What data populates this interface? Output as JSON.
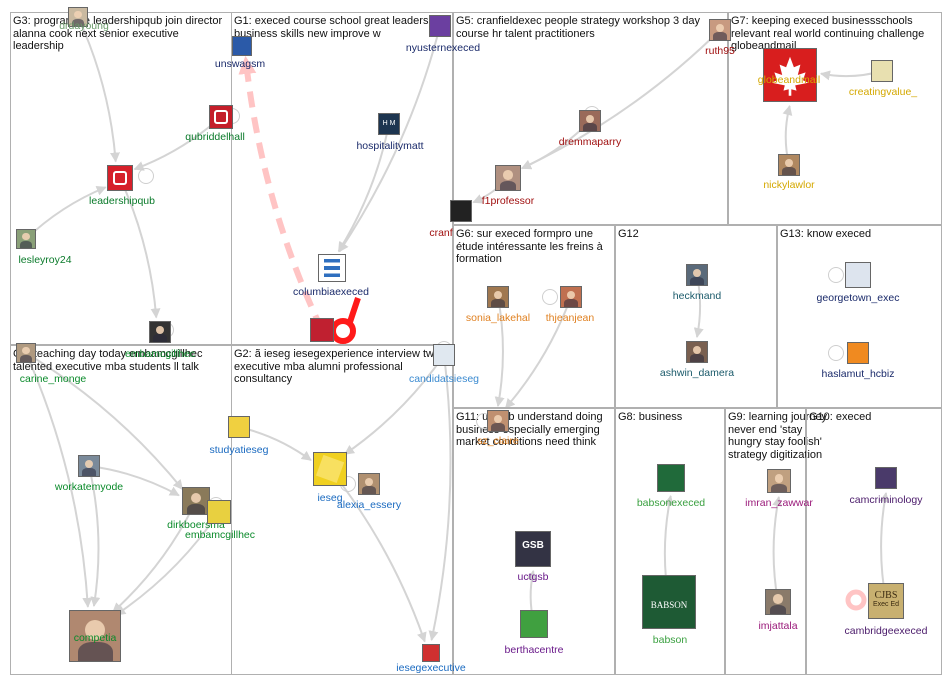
{
  "groups": [
    {
      "id": "g3",
      "title": "G3: programme leadershipqub join director alanna cook next senior executive leadership"
    },
    {
      "id": "g1",
      "title": "G1: execed course school great leadership business skills new improve w"
    },
    {
      "id": "g5",
      "title": "G5: cranfieldexec people strategy workshop 3 day course hr talent practitioners"
    },
    {
      "id": "g7",
      "title": "G7: keeping execed businessschools relevant real world continuing challenge globeandmail"
    },
    {
      "id": "g6",
      "title": "G6: sur execed formpro une étude intéressante les freins à formation"
    },
    {
      "id": "g12",
      "title": "G12"
    },
    {
      "id": "g13",
      "title": "G13: know execed"
    },
    {
      "id": "g4",
      "title": "G4: teaching day today embamcgillhec talented executive mba students ll talk"
    },
    {
      "id": "g2",
      "title": "G2: ã ieseg iesegexperience interview two executive mba alumni professional consultancy"
    },
    {
      "id": "g11",
      "title": "G11: uctgsb understand doing business especially emerging market conditions need think"
    },
    {
      "id": "g8",
      "title": "G8: business"
    },
    {
      "id": "g9",
      "title": "G9: learning journey never end 'stay hungry stay foolish' strategy digitization"
    },
    {
      "id": "g10",
      "title": "G10: execed"
    }
  ],
  "nodes": [
    {
      "id": "drdayoung",
      "label": "drdayoung",
      "color": "#6a9a6a",
      "avatar": "#c9b9a0"
    },
    {
      "id": "leadershipqub",
      "label": "leadershipqub",
      "color": "#0a7a2a",
      "avatar": "#d6202a"
    },
    {
      "id": "qubriddelhall",
      "label": "qubriddelhall",
      "color": "#0a7a2a",
      "avatar": "#c41e2a"
    },
    {
      "id": "lesleyroy24",
      "label": "lesleyroy24",
      "color": "#0a7a2a",
      "avatar": "#8aa078"
    },
    {
      "id": "unswagsm",
      "label": "unswagsm",
      "color": "#1a2a6a",
      "avatar": "#2b5aa8"
    },
    {
      "id": "hospitalitymatt",
      "label": "hospitalitymatt",
      "color": "#1a2a6a",
      "avatar": "#1d3550"
    },
    {
      "id": "nyusternexeced",
      "label": "nyusternexeced",
      "color": "#1a2a6a",
      "avatar": "#6b3fa0"
    },
    {
      "id": "columbiaexeced",
      "label": "columbiaexeced",
      "color": "#1a2a6a",
      "avatar": "#2f6fbf"
    },
    {
      "id": "ruth95",
      "label": "ruth95",
      "color": "#a01010",
      "avatar": "#c89a80"
    },
    {
      "id": "dremmaparry",
      "label": "dremmaparry",
      "color": "#a01010",
      "avatar": "#9a6a5a"
    },
    {
      "id": "f1professor",
      "label": "f1professor",
      "color": "#a01010",
      "avatar": "#b09080"
    },
    {
      "id": "cranfieldexec",
      "label": "cranf",
      "color": "#a01010",
      "avatar": "#222222"
    },
    {
      "id": "globeandmail",
      "label": "globeandmail",
      "color": "#d4a800",
      "avatar": "#d81e1e"
    },
    {
      "id": "creatingvalue",
      "label": "creatingvalue_",
      "color": "#d4a800",
      "avatar": "#e8e0b0"
    },
    {
      "id": "nickylawlor",
      "label": "nickylawlor",
      "color": "#d4a800",
      "avatar": "#b08860"
    },
    {
      "id": "sonia_lakehal",
      "label": "sonia_lakehal",
      "color": "#e08020",
      "avatar": "#a07850"
    },
    {
      "id": "thjeanjean",
      "label": "thjeanjean",
      "color": "#e08020",
      "avatar": "#c07050"
    },
    {
      "id": "sz_claire",
      "label": "sz_claire",
      "color": "#e08020",
      "avatar": "#c09070"
    },
    {
      "id": "heckmand",
      "label": "heckmand",
      "color": "#1a5a6a",
      "avatar": "#5a6a7a"
    },
    {
      "id": "ashwin_damera",
      "label": "ashwin_damera",
      "color": "#1a5a6a",
      "avatar": "#7a6050"
    },
    {
      "id": "georgetown_exec",
      "label": "georgetown_exec",
      "color": "#1a2a6a",
      "avatar": "#dde4ee"
    },
    {
      "id": "haslamut_hcbiz",
      "label": "haslamut_hcbiz",
      "color": "#1a2a6a",
      "avatar": "#f08a20"
    },
    {
      "id": "carine_monge",
      "label": "carine_monge",
      "color": "#0a8a2a",
      "avatar": "#b09a80"
    },
    {
      "id": "embamcgillhec",
      "label": "embamcgillhec",
      "color": "#0a8a2a",
      "avatar": "#333333"
    },
    {
      "id": "workatemyode",
      "label": "workatemyode",
      "color": "#0a8a2a",
      "avatar": "#7a8a9a"
    },
    {
      "id": "dirkboersma",
      "label": "dirkboersma",
      "color": "#0a8a2a",
      "avatar": "#8a7a5a"
    },
    {
      "id": "embamcgillhec2",
      "label": "embamcgillhec",
      "color": "#0a8a2a",
      "avatar": "#e8d040"
    },
    {
      "id": "competia",
      "label": "competia",
      "color": "#0a8a2a",
      "avatar": "#b08870"
    },
    {
      "id": "candidatsieseg",
      "label": "candidatsieseg",
      "color": "#3a8ad0",
      "avatar": "#e0e8f0"
    },
    {
      "id": "studyatieseg",
      "label": "studyatieseg",
      "color": "#1a6ac0",
      "avatar": "#f0d040"
    },
    {
      "id": "ieseg",
      "label": "ieseg",
      "color": "#1a6ac0",
      "avatar": "#f0d020"
    },
    {
      "id": "alexia_essery",
      "label": "alexia_essery",
      "color": "#1a6ac0",
      "avatar": "#b09070"
    },
    {
      "id": "iesegexecutive",
      "label": "iesegexecutive",
      "color": "#1a6ac0",
      "avatar": "#d03030"
    },
    {
      "id": "uctgsb",
      "label": "uctgsb",
      "color": "#6a1a8a",
      "avatar": "#333344"
    },
    {
      "id": "berthacentre",
      "label": "berthacentre",
      "color": "#6a1a8a",
      "avatar": "#40a040"
    },
    {
      "id": "babsonexeced",
      "label": "babsonexeced",
      "color": "#3aa040",
      "avatar": "#206a3a"
    },
    {
      "id": "babson",
      "label": "babson",
      "color": "#3aa040",
      "avatar": "#1e5a34"
    },
    {
      "id": "imran_zawwar",
      "label": "imran_zawwar",
      "color": "#9a1a7a",
      "avatar": "#c0a080"
    },
    {
      "id": "imjattala",
      "label": "imjattala",
      "color": "#9a1a7a",
      "avatar": "#8a7a6a"
    },
    {
      "id": "camcriminology",
      "label": "camcriminology",
      "color": "#4a1a6a",
      "avatar": "#4a3a6a"
    },
    {
      "id": "cambridgeexeced",
      "label": "cambridgeexeced",
      "color": "#4a1a6a",
      "avatar": "#8a6a3a"
    },
    {
      "id": "embedded_logo",
      "label": "",
      "color": "#a01010",
      "avatar": "#c02030"
    }
  ],
  "icons": {
    "globe_leaf": "maple-leaf-icon",
    "gsb_text": "GSB",
    "babson_text": "BABSON",
    "cjbs_text": "CJBS",
    "cjbs_sub": "Exec Ed",
    "hm_text": "H M"
  }
}
